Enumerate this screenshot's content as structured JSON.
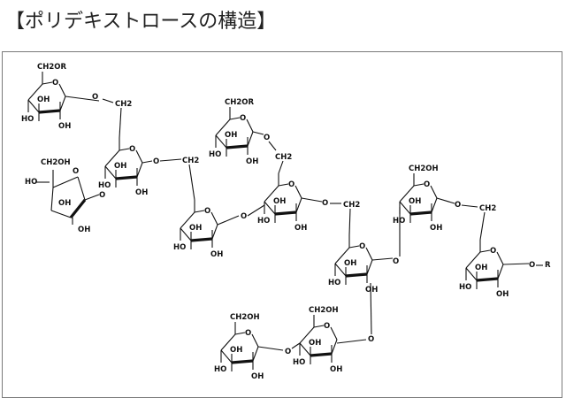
{
  "title": "【ポリデキストロースの構造】",
  "labels": {
    "ch2or": "CH2OR",
    "ch2oh": "CH2OH",
    "ch2": "CH2",
    "oh": "OH",
    "ho": "HO",
    "o": "O",
    "r": "R"
  }
}
